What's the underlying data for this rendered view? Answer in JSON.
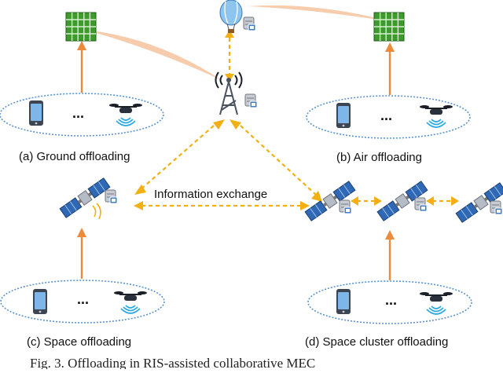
{
  "labels": {
    "ground": "(a) Ground offloading",
    "air": "(b) Air offloading",
    "space": "(c) Space offloading",
    "cluster": "(d) Space cluster offloading",
    "exchange": "Information exchange"
  },
  "ellipsis": "...",
  "caption": "Fig. 3.  Offloading in RIS-assisted collaborative MEC",
  "colors": {
    "up_arrow": "#ee8a3c",
    "exchange_arrow": "#f2b015",
    "ellipse_border": "#5b93cc",
    "ris_panel": "#3f9a2e",
    "beam": "#f6c6a4"
  },
  "icons": {
    "device": "smartphone-icon",
    "drone": "drone-icon",
    "ris": "ris-panel-icon",
    "balloon": "balloon-icon",
    "tower": "base-station-icon",
    "server": "server-icon",
    "satellite": "satellite-icon"
  }
}
